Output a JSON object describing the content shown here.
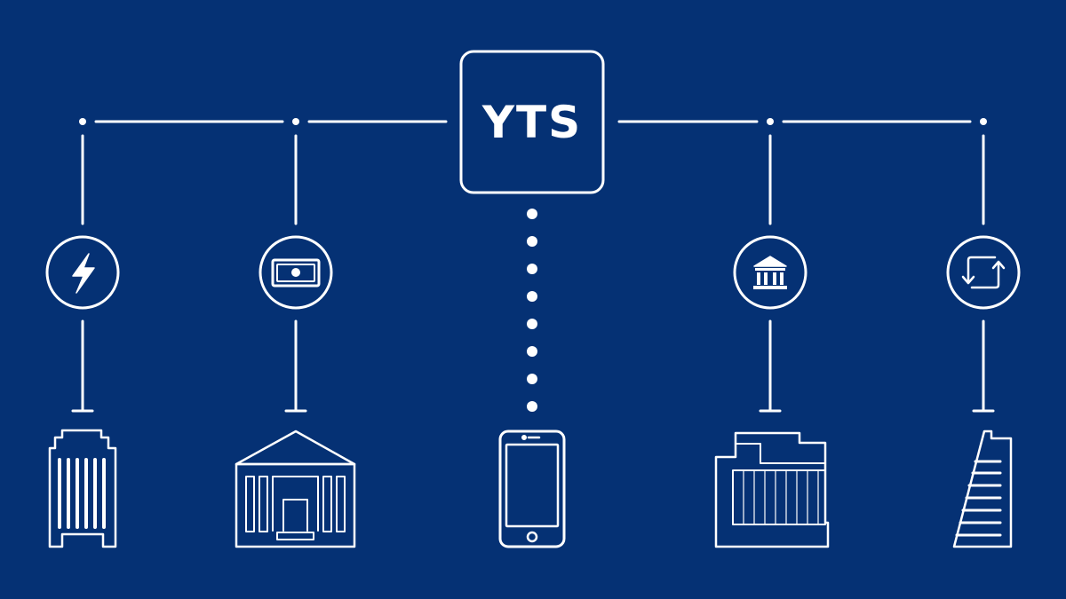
{
  "colors": {
    "background": "#053174",
    "stroke": "#ffffff"
  },
  "hub": {
    "label": "YTS"
  },
  "branches": [
    {
      "side": "left",
      "service_icon": "lightning-icon",
      "building_icon": "office-tower-icon"
    },
    {
      "side": "left",
      "service_icon": "banknote-icon",
      "building_icon": "classical-bank-building-icon"
    },
    {
      "side": "right",
      "service_icon": "bank-icon",
      "building_icon": "modern-office-building-icon"
    },
    {
      "side": "right",
      "service_icon": "exchange-arrows-icon",
      "building_icon": "stepped-skyscraper-icon"
    }
  ],
  "center_device": {
    "icon": "smartphone-icon",
    "connector": "dotted-line"
  }
}
